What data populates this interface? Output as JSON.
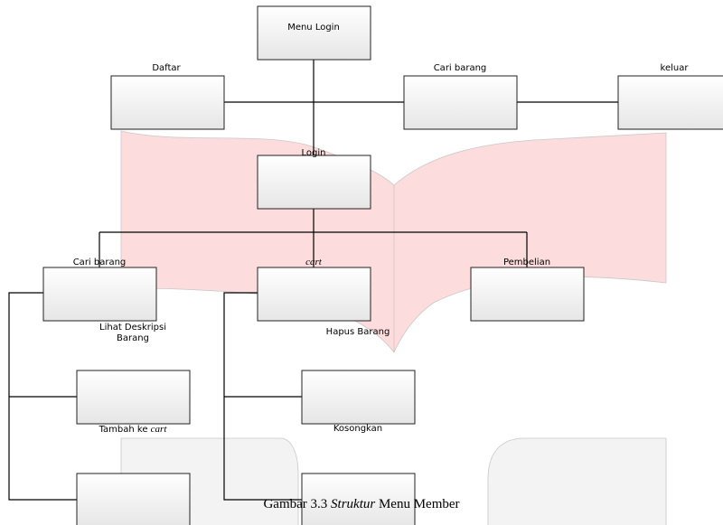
{
  "nodes": {
    "menu_login": "Menu Login",
    "daftar": "Daftar",
    "cari_barang_top": "Cari barang",
    "keluar": "keluar",
    "login": "Login",
    "cari_barang": "Cari barang",
    "cart": "cart",
    "pembelian": "Pembelian",
    "lihat_deskripsi_1": "Lihat Deskripsi",
    "lihat_deskripsi_2": "Barang",
    "hapus_barang": "Hapus Barang",
    "tambah_ke": "Tambah ke ",
    "tambah_cart": "cart",
    "kosongkan": "Kosongkan"
  },
  "caption": {
    "prefix": "Gambar 3.3 ",
    "italic": "Struktur",
    "suffix": " Menu Member"
  },
  "colors": {
    "background_shape": "#fcdcdc",
    "box_border": "#222222",
    "line": "#000000"
  }
}
